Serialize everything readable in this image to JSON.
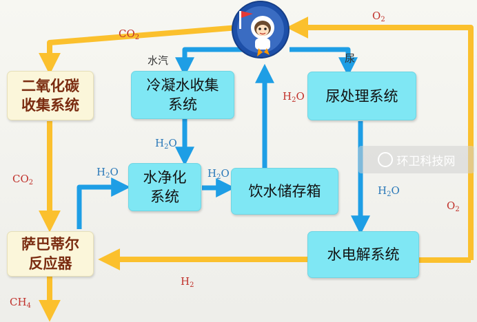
{
  "nodes": {
    "co2_collect": "二氧化碳\n收集系统",
    "condense": "冷凝水收集\n系统",
    "urine": "尿处理系统",
    "purify": "水净化\n系统",
    "storage": "饮水储存箱",
    "sabatier": "萨巴蒂尔\n反应器",
    "electrolysis": "水电解系统"
  },
  "labels": {
    "co2_top": "CO2",
    "o2_top": "O2",
    "vapor": "水汽",
    "urine_in": "尿",
    "h2o_urine_left": "H2O",
    "h2o_condense_down": "H2O",
    "h2o_to_purify": "H2O",
    "h2o_to_storage": "H2O",
    "co2_left": "CO2",
    "h2o_urine_down": "H2O",
    "o2_right": "O2",
    "h2": "H2",
    "ch4": "CH4"
  },
  "watermark": "环卫科技网",
  "colors": {
    "orange": "#fbc02d",
    "blue": "#1e9ee5",
    "cyan_box": "#7fe7f4",
    "cream_box": "#fbf6da"
  }
}
